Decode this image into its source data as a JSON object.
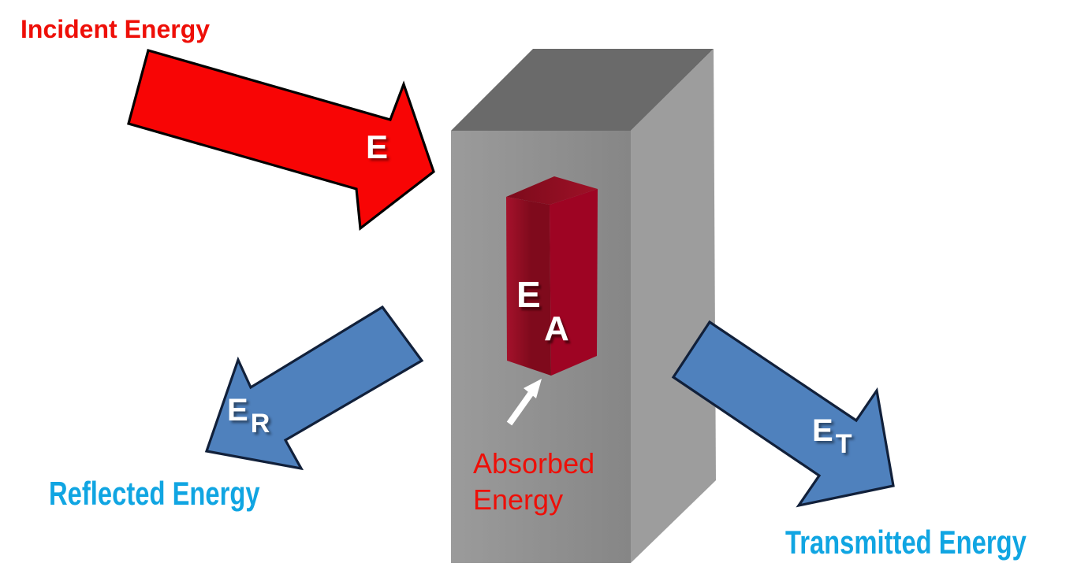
{
  "colors": {
    "background": "#ffffff",
    "incident_arrow": "#f80505",
    "arrow_outline": "#000000",
    "blue_arrow": "#4f81bd",
    "blue_arrow_outline": "#11203a",
    "red_text": "#ee0f08",
    "cyan_text": "#10a5e2",
    "white_symbol": "#ffffff",
    "pointer_white": "#ffffff",
    "slab_top": "#6a6a6a",
    "slab_front_left": "#9b9b9b",
    "slab_front_right": "#868686",
    "slab_side": "#9d9d9d",
    "block_top_dark": "#7c0a1b",
    "block_top_light": "#9e1127",
    "block_left_light": "#a5122c",
    "block_left_dark": "#7f0a1c",
    "block_front": "#9e0423"
  },
  "incident": {
    "label": "Incident Energy",
    "symbol": "E"
  },
  "reflected": {
    "label": "Reflected Energy",
    "symbol": "E",
    "subscript": "R"
  },
  "transmitted": {
    "label": "Transmitted Energy",
    "symbol": "E",
    "subscript": "T"
  },
  "absorbed": {
    "label_line1": "Absorbed",
    "label_line2": "Energy",
    "symbol": "E",
    "subscript": "A"
  }
}
